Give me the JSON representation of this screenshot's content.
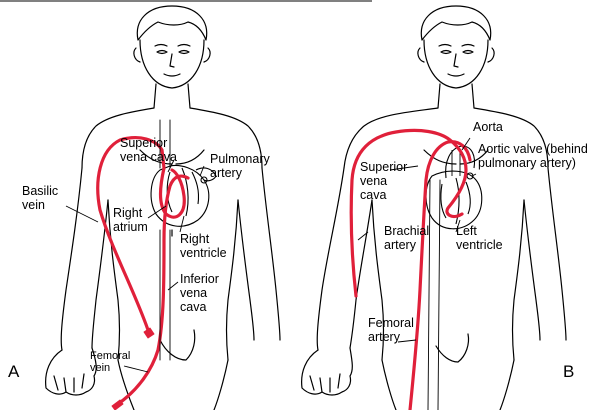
{
  "panels": [
    {
      "letter": "A",
      "labels": {
        "superior_vena_cava": "Superior vena cava",
        "pulmonary_artery": "Pulmonary artery",
        "basilic_vein": "Basilic vein",
        "right_atrium": "Right atrium",
        "right_ventricle": "Right ventricle",
        "inferior_vena_cava": "Inferior vena cava",
        "femoral_vein": "Femoral vein"
      }
    },
    {
      "letter": "B",
      "labels": {
        "aorta": "Aorta",
        "superior_vena_cava": "Superior vena cava",
        "aortic_valve": "Aortic valve (behind pulmonary artery)",
        "brachial_artery": "Brachial artery",
        "left_ventricle": "Left ventricle",
        "femoral_artery": "Femoral artery"
      }
    }
  ],
  "colors": {
    "catheter": "#e0203a",
    "outline": "#000000"
  }
}
